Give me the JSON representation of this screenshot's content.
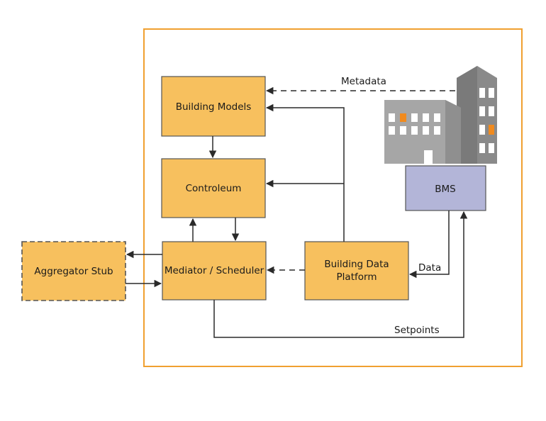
{
  "colors": {
    "frame": "#f0a030",
    "node_fill": "#f7c05e",
    "node_stroke": "#555555",
    "bms_fill": "#b3b5d8",
    "building_light": "#a6a6a6",
    "building_dark": "#7d7d7d",
    "window_white": "#ffffff",
    "window_orange": "#f08a1e",
    "arrow": "#2a2a2a"
  },
  "nodes": {
    "building_models": "Building Models",
    "controleum": "Controleum",
    "mediator": "Mediator / Scheduler",
    "aggregator": "Aggregator Stub",
    "bdp_line1": "Building Data",
    "bdp_line2": "Platform",
    "bms": "BMS"
  },
  "edges": {
    "metadata": "Metadata",
    "data": "Data",
    "setpoints": "Setpoints"
  },
  "icons": {
    "building": "building-icon"
  }
}
